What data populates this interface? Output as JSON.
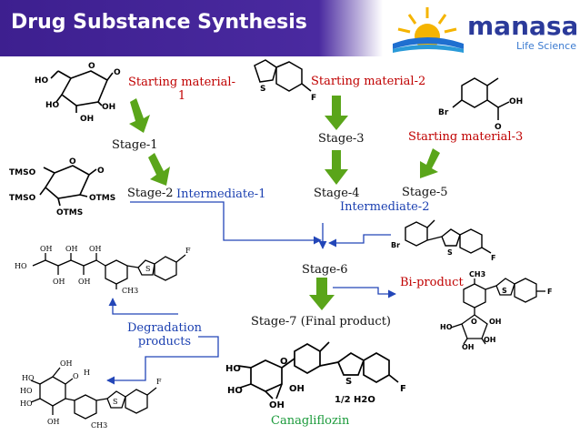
{
  "title": "Drug Substance Synthesis",
  "logo": {
    "brand": "manasa",
    "tagline": "Life Sciences"
  },
  "colors": {
    "banner": "#3d1f8f",
    "arrow_green": "#5aa51a",
    "flow_blue": "#2346b8",
    "label_red": "#c00000",
    "label_blue": "#1a3fb0",
    "label_green": "#1a9a3a"
  },
  "labels": {
    "starting_material_1_line1": "Starting material-",
    "starting_material_1_line2": "1",
    "starting_material_2": "Starting material-2",
    "starting_material_3": "Starting material-3",
    "stage_1": "Stage-1",
    "stage_2": "Stage-2",
    "stage_3": "Stage-3",
    "stage_4": "Stage-4",
    "stage_5": "Stage-5",
    "stage_6": "Stage-6",
    "stage_7": "Stage-7 (Final product)",
    "intermediate_1": "Intermediate-1",
    "intermediate_2": "Intermediate-2",
    "bi_product": "Bi-product",
    "degradation_line1": "Degradation",
    "degradation_line2": "products",
    "canagliflozin": "Canagliflozin"
  },
  "structure_text": {
    "sm1": {
      "ho_top": "HO",
      "o_ring": "O",
      "o_keto": "O",
      "ho_left": "HO",
      "oh_right": "OH",
      "oh_bottom": "OH"
    },
    "int1": {
      "tmso_top": "TMSO",
      "o_ring": "O",
      "o_keto": "O",
      "tmso_left": "TMSO",
      "otms_right": "OTMS",
      "otms_bottom": "OTMS"
    },
    "sm2": {
      "s": "S",
      "f": "F"
    },
    "sm3": {
      "br": "Br",
      "oh": "OH",
      "o": "O"
    },
    "int2": {
      "br": "Br",
      "s": "S",
      "f": "F"
    },
    "bip": {
      "ch3": "CH3",
      "s": "S",
      "f": "F",
      "ho_left": "HO",
      "o": "O",
      "oh_r": "OH",
      "oh_b": "OH",
      "oh_bl": "OH"
    },
    "open": {
      "oh1": "OH",
      "oh2": "OH",
      "oh3": "OH",
      "ho": "HO",
      "oh4": "OH",
      "oh5": "OH",
      "s": "S",
      "f": "F",
      "ch3": "CH3"
    },
    "deg": {
      "oh_top": "OH",
      "o_h": "O",
      "h": "H",
      "ho1": "HO",
      "ho2": "HO",
      "ho3": "HO",
      "oh_b": "OH",
      "s": "S",
      "f": "F",
      "ch3": "CH3"
    },
    "cana": {
      "ho_top": "HO",
      "o_ring": "O",
      "ho_left": "HO",
      "oh_mid": "OH",
      "oh_bottom": "OH",
      "s": "S",
      "f": "F",
      "hydrate": "1/2 H2O"
    }
  }
}
